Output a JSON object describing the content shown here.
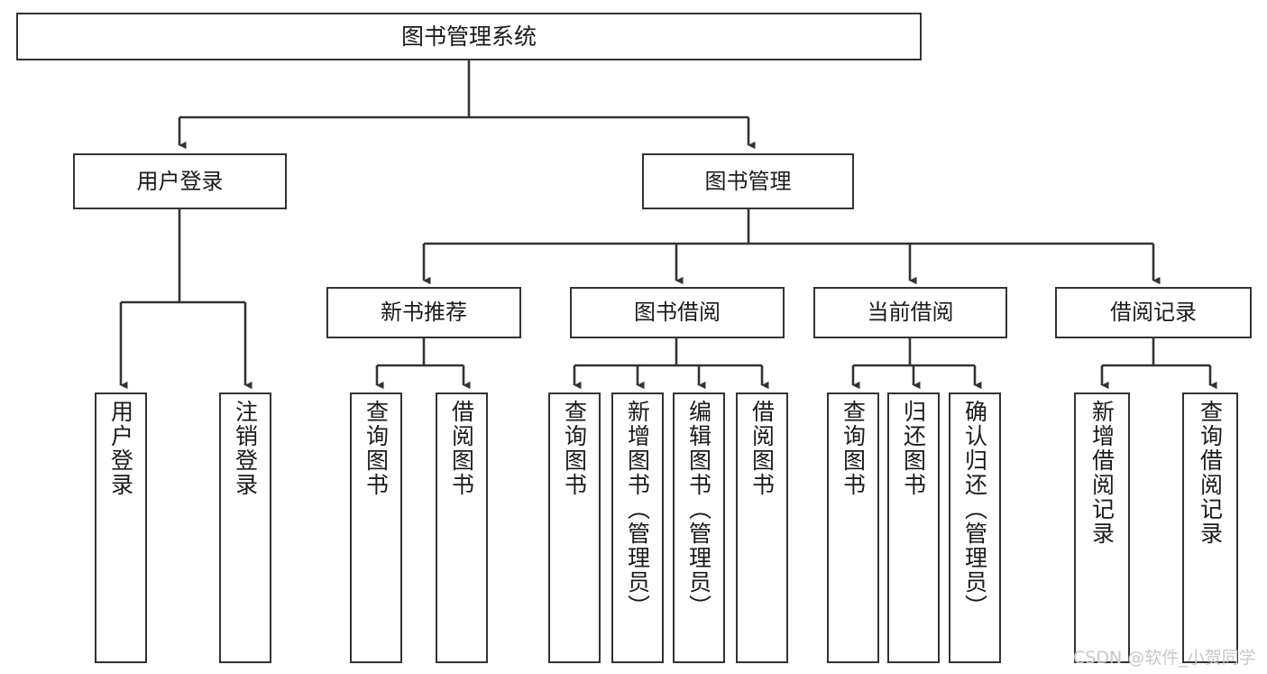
{
  "diagram": {
    "type": "tree-hierarchy",
    "title": "图书管理系统",
    "orientation": "top-down",
    "line_color": "#333333",
    "box_fill": "#ffffff",
    "text_color": "#1a1a1a"
  },
  "watermark": {
    "text": "CSDN @软件_小贺同学",
    "color": "#c9c9c9"
  },
  "nodes": {
    "root": {
      "label": "图书管理系统"
    },
    "level1": [
      {
        "label": "用户登录"
      },
      {
        "label": "图书管理"
      }
    ],
    "level2": [
      {
        "label": "新书推荐"
      },
      {
        "label": "图书借阅"
      },
      {
        "label": "当前借阅"
      },
      {
        "label": "借阅记录"
      }
    ],
    "leaves": {
      "user_login": [
        {
          "label": "用户登录"
        },
        {
          "label": "注销登录"
        }
      ],
      "new_book_recommend": [
        {
          "label": "查询图书"
        },
        {
          "label": "借阅图书"
        }
      ],
      "book_borrow": [
        {
          "label": "查询图书"
        },
        {
          "label": "新增图书（管理员）"
        },
        {
          "label": "编辑图书（管理员）"
        },
        {
          "label": "借阅图书"
        }
      ],
      "current_borrow": [
        {
          "label": "查询图书"
        },
        {
          "label": "归还图书"
        },
        {
          "label": "确认归还（管理员）"
        }
      ],
      "borrow_record": [
        {
          "label": "新增借阅记录"
        },
        {
          "label": "查询借阅记录"
        }
      ]
    }
  }
}
